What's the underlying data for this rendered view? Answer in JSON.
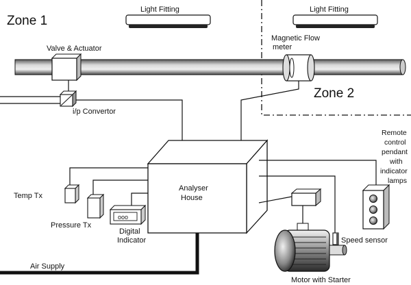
{
  "zones": {
    "zone1": "Zone 1",
    "zone2": "Zone 2"
  },
  "lights": {
    "left": "Light Fitting",
    "right": "Light Fitting"
  },
  "labels": {
    "valve": "Valve & Actuator",
    "flowmeter_line1": "Magnetic Flow",
    "flowmeter_line2": "meter",
    "ip_convertor": "i/p Convertor",
    "analyser_line1": "Analyser",
    "analyser_line2": "House",
    "temp": "Temp Tx",
    "pressure": "Pressure Tx",
    "digital_line1": "Digital",
    "digital_line2": "Indicator",
    "digital_readout": "ooo",
    "air": "Air Supply",
    "motor": "Motor with Starter",
    "speed": "Speed sensor",
    "remote": [
      "Remote",
      "control",
      "pendant",
      "with",
      "indicator",
      "lamps"
    ]
  }
}
